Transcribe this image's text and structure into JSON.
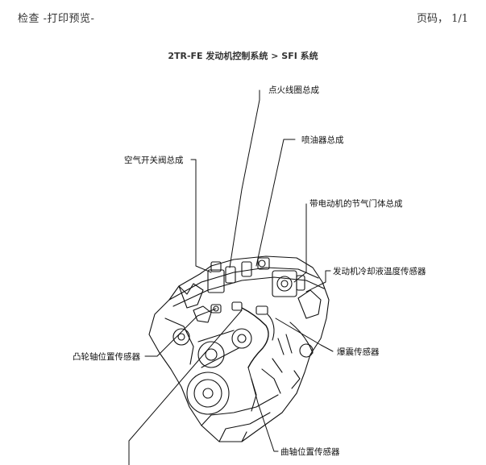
{
  "header": {
    "left": "检查 -打印预览-",
    "right": "页码， 1/1"
  },
  "title": "2TR-FE 发动机控制系统  > SFI 系统",
  "labels": {
    "ignition_coil": "点火线圈总成",
    "injector": "喷油器总成",
    "air_switch_valve": "空气开关阀总成",
    "throttle_body": "带电动机的节气门体总成",
    "coolant_temp_sensor": "发动机冷却液温度传感器",
    "knock_sensor": "爆震传感器",
    "camshaft_sensor": "凸轮轴位置传感器",
    "crankshaft_sensor": "曲轴位置传感器"
  }
}
